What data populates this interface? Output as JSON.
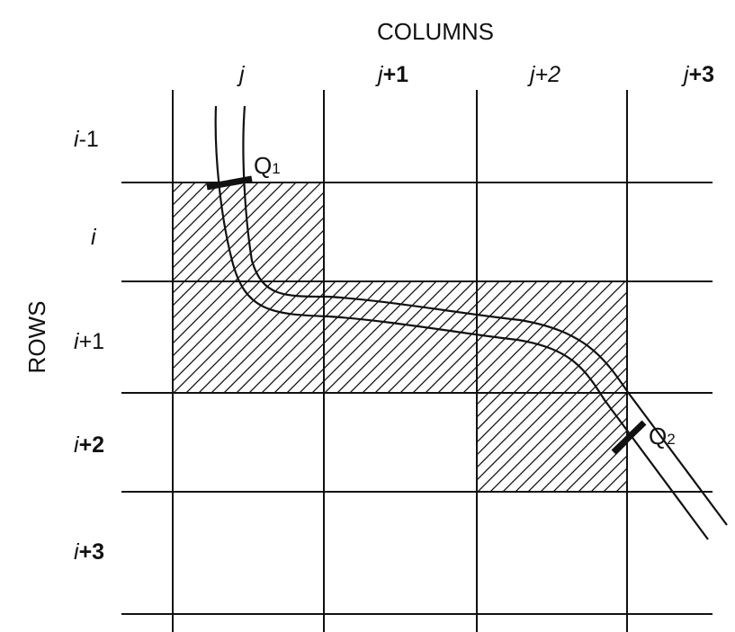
{
  "columns_title": "COLUMNS",
  "rows_title": "ROWS",
  "columns": [
    {
      "italic": "j",
      "suffix": ""
    },
    {
      "italic": "j",
      "suffix": "+1"
    },
    {
      "italic": "j+2",
      "suffix": ""
    },
    {
      "italic": "j",
      "suffix": "+3"
    }
  ],
  "rows": [
    {
      "italic": "i",
      "suffix": "-1",
      "suffix_bold": false
    },
    {
      "italic": "i",
      "suffix": "",
      "suffix_bold": false
    },
    {
      "italic": "i",
      "suffix": "+1",
      "suffix_bold": false
    },
    {
      "italic": "i",
      "suffix": "+2",
      "suffix_bold": true
    },
    {
      "italic": "i",
      "suffix": "+3",
      "suffix_bold": true
    }
  ],
  "points": [
    {
      "letter": "Q",
      "sub": "1"
    },
    {
      "letter": "Q",
      "sub": "2"
    }
  ],
  "colors": {
    "line": "#111111",
    "background": "#ffffff"
  }
}
